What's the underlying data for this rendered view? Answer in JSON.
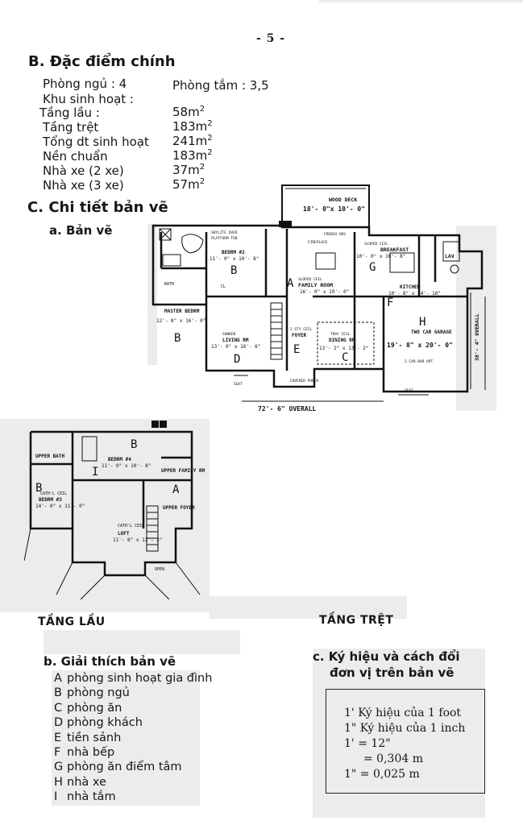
{
  "page_number": "- 5 -",
  "section_b": {
    "title": "B. Đặc điểm chính",
    "bedrooms": "Phòng ngủ : 4",
    "bathrooms": "Phòng tắm : 3,5",
    "living_area_label": "Khu sinh hoạt :",
    "rows": [
      {
        "label": "Tầng lầu :",
        "value": "58m",
        "sup": "2"
      },
      {
        "label": "Tầng trệt",
        "value": "183m",
        "sup": "2"
      },
      {
        "label": "Tổng dt sinh hoạt",
        "value": "241m",
        "sup": "2"
      },
      {
        "label": "Nền chuẩn",
        "value": "183m",
        "sup": "2"
      },
      {
        "label": "Nhà xe (2 xe)",
        "value": "37m",
        "sup": "2"
      },
      {
        "label": "Nhà xe (3 xe)",
        "value": "57m",
        "sup": "2"
      }
    ]
  },
  "section_c": {
    "title": "C. Chi tiết bản vẽ",
    "sub_a": "a. Bản vẽ",
    "sub_b": "b. Giải thích bản vẽ",
    "sub_c_line1": "c. Ký hiệu và cách đổi",
    "sub_c_line2": "đơn vị trên bản vẽ"
  },
  "ground_floor_plan": {
    "wood_deck": "WOOD DECK",
    "wood_deck_dim": "18'- 0\"x 10'- 0\"",
    "french_drs": "FRENCH DRS",
    "fireplace": "FIREPLACE",
    "bedrm2": "BEDRM #2",
    "bedrm2_dim": "11'- 0\" x 10'- 8\"",
    "skylite": "SKYLITE OVER",
    "platform_tub": "PLATFORM TUB",
    "bath": "BATH",
    "cl": "CL",
    "family_rm": "FAMILY ROOM",
    "family_rm_dim": "16'- 0\" x 19'- 0\"",
    "sloped_ceil": "SLOPED CEIL",
    "breakfast": "BREAKFAST",
    "breakfast_dim": "10'- 0\" x 10'- 8\"",
    "kitchen": "KITCHEN",
    "kitchen_dim": "10'- 8\" x 14'- 10\"",
    "lav": "LAV",
    "master_bedrm": "MASTER BEDRM",
    "master_bedrm_dim": "12'- 8\" x 16'- 0\"",
    "living_rm": "LIVING RM",
    "living_rm_dim": "13'- 0\" x 16'- 6\"",
    "sunken": "SUNKEN",
    "foyer": "FOYER",
    "stair_ceil": "2 STY CEIL",
    "dining_rm": "DINING RM",
    "dining_rm_dim": "13'- 2\" x 13'- 2\"",
    "tray_ceil": "TRAY CEIL",
    "garage": "TWO CAR GARAGE",
    "garage_dim": "19'- 8\" x 20'- 0\"",
    "car_bar": "3 CAR BAR OPT",
    "overall_w": "72'- 6\"  OVERALL",
    "overall_h": "38'- 4\" OVERALL",
    "seat": "SEAT",
    "covered_porch": "COVERED PORCH",
    "letters": [
      "A",
      "B",
      "C",
      "D",
      "E",
      "F",
      "G",
      "H",
      "I"
    ]
  },
  "upper_floor_plan": {
    "bedrm4": "BEDRM #4",
    "bedrm4_dim": "11'- 0\" x 10'- 8\"",
    "upper_bath": "UPPER BATH",
    "bedrm3": "BEDRM #3",
    "bedrm3_dim": "14'- 0\" x 11'- 0\"",
    "cathl_ceil": "CATH'L CEIL",
    "upper_family": "UPPER FAMILY RM",
    "upper_foyer": "UPPER FOYER",
    "loft": "LOFT",
    "loft_dim": "11'- 8\" x 13'- 2\"",
    "open": "OPEN"
  },
  "floor_labels": {
    "upper": "TẦNG LẦU",
    "ground": "TẦNG TRỆT"
  },
  "legend": [
    {
      "key": "A",
      "text": "phòng sinh hoạt gia đình"
    },
    {
      "key": "B",
      "text": "phòng ngủ"
    },
    {
      "key": "C",
      "text": "phòng ăn"
    },
    {
      "key": "D",
      "text": "phòng khách"
    },
    {
      "key": "E",
      "text": "tiền sảnh"
    },
    {
      "key": "F",
      "text": "nhà bếp"
    },
    {
      "key": "G",
      "text": "phòng ăn điểm tâm"
    },
    {
      "key": "H",
      "text": "nhà xe"
    },
    {
      "key": "I",
      "text": "nhà tắm"
    }
  ],
  "units_box": [
    "1' Ký hiệu của 1 foot",
    "1\" Ký hiệu của 1 inch",
    "1'  = 12\"",
    "= 0,304 m",
    "1\"  = 0,025 m"
  ]
}
